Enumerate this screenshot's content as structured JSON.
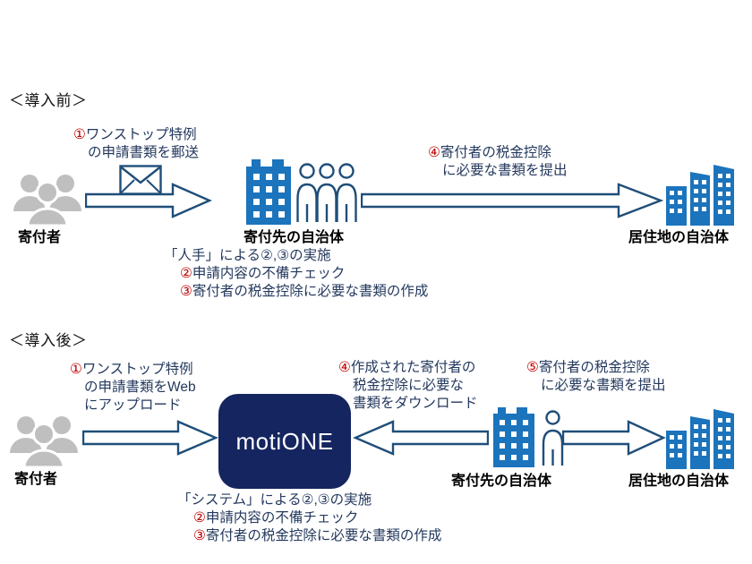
{
  "colors": {
    "icon_blue": "#1b74bc",
    "outline_navy": "#1f4e79",
    "text_navy": "#24395e",
    "number_red": "#c00000",
    "system_box_navy": "#152560",
    "donor_gray": "#bfbfbf"
  },
  "before": {
    "section_title": "＜導入前＞",
    "donor_label": "寄付者",
    "municipality_label": "寄付先の自治体",
    "residence_label": "居住地の自治体",
    "step1": {
      "num": "①",
      "lines": [
        "ワンストップ特例",
        "の申請書類を郵送"
      ]
    },
    "step4": {
      "num": "④",
      "lines": [
        "寄付者の税金控除",
        "に必要な書類を提出"
      ]
    },
    "notes": {
      "title": "「人手」による②,③の実施",
      "items": [
        {
          "num": "②",
          "text": "申請内容の不備チェック"
        },
        {
          "num": "③",
          "text": "寄付者の税金控除に必要な書類の作成"
        }
      ]
    }
  },
  "after": {
    "section_title": "＜導入後＞",
    "donor_label": "寄付者",
    "system_label": "motiONE",
    "municipality_label": "寄付先の自治体",
    "residence_label": "居住地の自治体",
    "step1": {
      "num": "①",
      "lines": [
        "ワンストップ特例",
        "の申請書類をWeb",
        "にアップロード"
      ]
    },
    "step4": {
      "num": "④",
      "lines": [
        "作成された寄付者の",
        "税金控除に必要な",
        "書類をダウンロード"
      ]
    },
    "step5": {
      "num": "⑤",
      "lines": [
        "寄付者の税金控除",
        "に必要な書類を提出"
      ]
    },
    "notes": {
      "title": "「システム」による②,③の実施",
      "items": [
        {
          "num": "②",
          "text": "申請内容の不備チェック"
        },
        {
          "num": "③",
          "text": "寄付者の税金控除に必要な書類の作成"
        }
      ]
    }
  }
}
